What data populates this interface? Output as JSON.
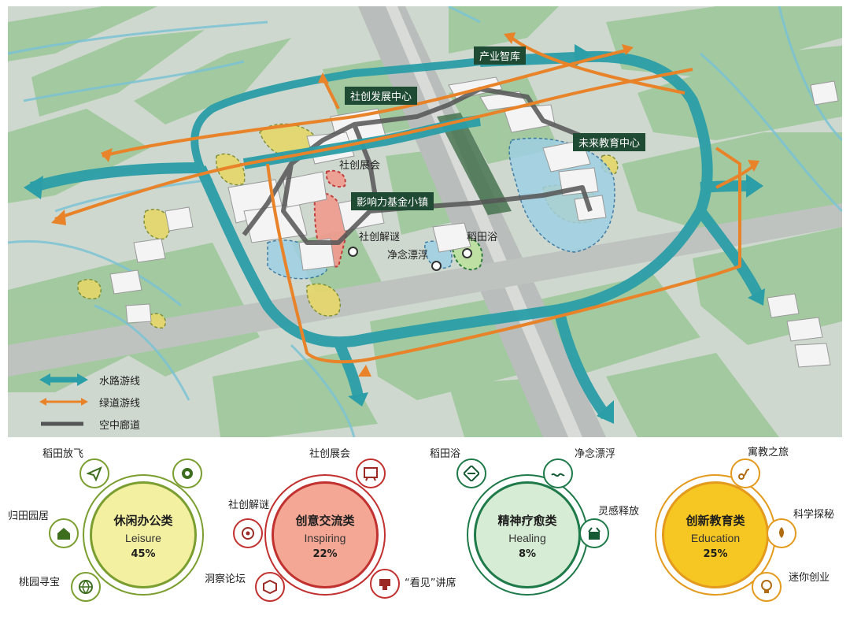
{
  "map": {
    "tags": {
      "chanye": "产业智库",
      "shechuang_center": "社创发展中心",
      "weilai": "未来教育中心",
      "yingxiang": "影响力基金小镇"
    },
    "poi_labels": {
      "zhanhui": "社创展会",
      "jiemi": "社创解谜",
      "daotianyu": "稻田浴",
      "jingnian": "净念漂浮"
    },
    "legend": [
      {
        "label": "水路游线",
        "color": "#2b9ea8",
        "icon": "double-arrow-icon"
      },
      {
        "label": "绿道游线",
        "color": "#e8832a",
        "icon": "double-arrow-icon"
      },
      {
        "label": "空中廊道",
        "color": "#555555",
        "icon": "line-icon"
      }
    ]
  },
  "categories": [
    {
      "title": "休闲办公类",
      "en": "Leisure",
      "pct": "45%",
      "ring_color": "#7a9e2f",
      "fill_color": "#f4f0a2",
      "subs": [
        "稻田放飞",
        "归田园居",
        "桃园寻宝"
      ],
      "icons": [
        "paper-plane-icon",
        "brain-gear-icon",
        "farmhouse-icon",
        "globe-icon"
      ]
    },
    {
      "title": "创意交流类",
      "en": "Inspiring",
      "pct": "22%",
      "ring_color": "#c0312f",
      "fill_color": "#f4a794",
      "subs": [
        "社创展会",
        "社创解谜",
        "洞察论坛",
        "“看见”讲席"
      ],
      "icons": [
        "exhibition-board-icon",
        "puzzle-flower-icon",
        "network-cube-icon",
        "lecture-icon"
      ]
    },
    {
      "title": "精神疗愈类",
      "en": "Healing",
      "pct": "8%",
      "ring_color": "#1f7a4a",
      "fill_color": "#d6ecd4",
      "subs": [
        "稻田浴",
        "净念漂浮",
        "灵感释放"
      ],
      "icons": [
        "rice-field-icon",
        "wave-icon",
        "open-box-icon"
      ]
    },
    {
      "title": "创新教育类",
      "en": "Education",
      "pct": "25%",
      "ring_color": "#e39a1d",
      "fill_color": "#f6c623",
      "subs": [
        "寓教之旅",
        "科学探秘",
        "迷你创业"
      ],
      "icons": [
        "route-icon",
        "rocket-icon",
        "lightbulb-icon"
      ]
    }
  ]
}
